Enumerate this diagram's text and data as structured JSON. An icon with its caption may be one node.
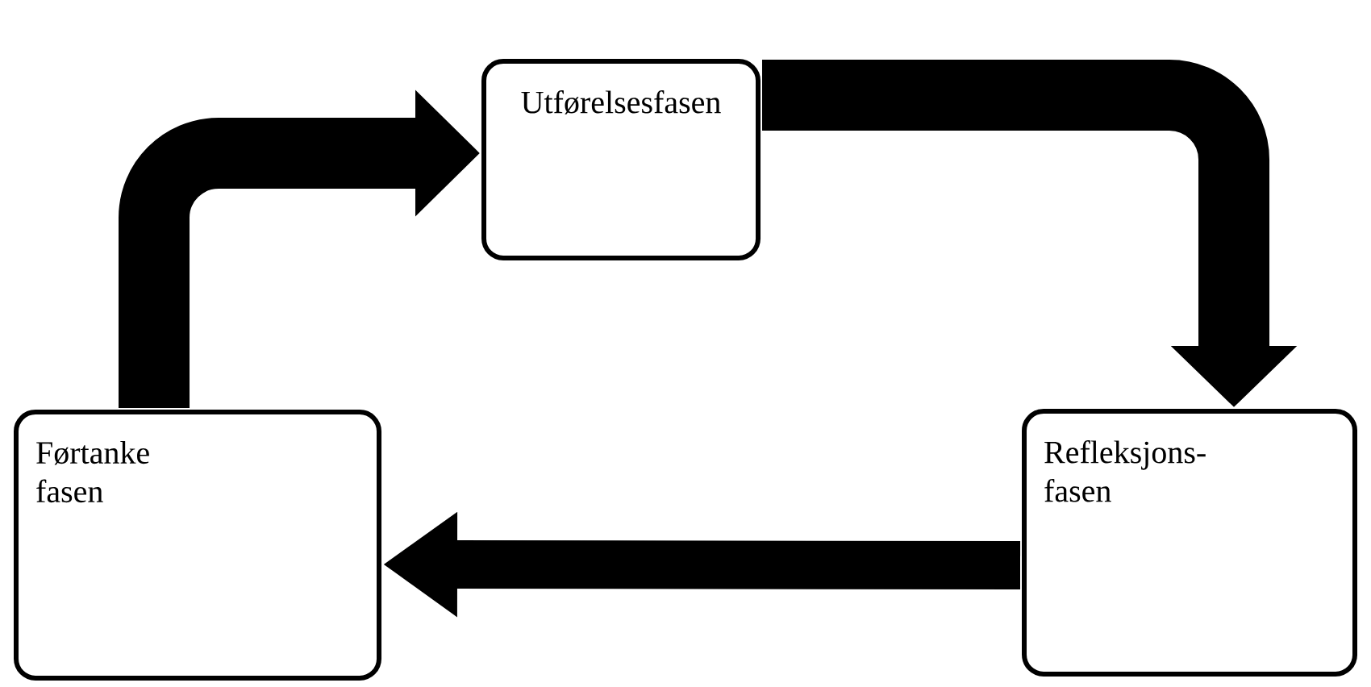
{
  "diagram": {
    "nodes": [
      {
        "text": [
          "Utførelsesfasen"
        ]
      },
      {
        "text": [
          "Refleksjons- fasen"
        ]
      },
      {
        "text": [
          "Førtanke fasen"
        ]
      }
    ],
    "edges": [
      {
        "from": 2,
        "to": 0,
        "arrow": "to"
      },
      {
        "from": 0,
        "to": 1,
        "arrow": "to"
      },
      {
        "from": 1,
        "to": 2,
        "arrow": "to"
      }
    ]
  }
}
